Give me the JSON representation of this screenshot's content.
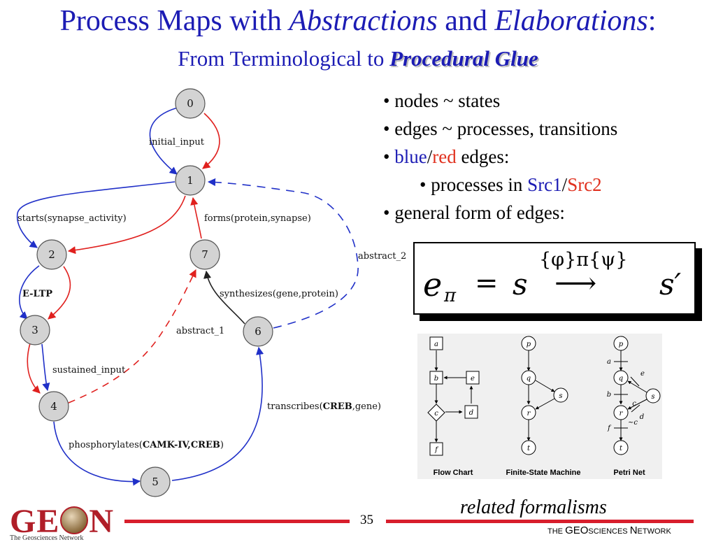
{
  "title": {
    "part1": "Process Maps with ",
    "abstractions": "Abstractions",
    "and": " and ",
    "elaborations": "Elaborations",
    "colon": ":"
  },
  "subtitle": {
    "prefix": "From Terminological to ",
    "emph": "Procedural Glue"
  },
  "bullets": {
    "b1": "• nodes ~ states",
    "b2": "• edges ~ processes, transitions",
    "b3_prefix": "• ",
    "b3_blue": "blue",
    "b3_slash": "/",
    "b3_red": "red",
    "b3_suffix": " edges:",
    "b4_prefix": "• processes in ",
    "b4_src1": "Src1",
    "b4_slash": "/",
    "b4_src2": "Src2",
    "b5": "• general form of edges:"
  },
  "formula": {
    "lhs": "e",
    "lhs_sub": "π",
    "eq": "=",
    "s": "s",
    "arrow_label": "{φ}π{ψ}",
    "arrow": "⟶",
    "s_prime": "s′"
  },
  "graph": {
    "nodes": [
      "0",
      "1",
      "2",
      "3",
      "4",
      "5",
      "6",
      "7"
    ],
    "edge_labels": {
      "initial_input": "initial_input",
      "starts": "starts(synapse_activity)",
      "forms": "forms(protein,synapse)",
      "abstract_2": "abstract_2",
      "eltp": "E-LTP",
      "synthesizes": "synthesizes(gene,protein)",
      "abstract_1": "abstract_1",
      "sustained": "sustained_input",
      "transcribes_pre": "transcribes(",
      "transcribes_bold": "CREB",
      "transcribes_post": ",gene)",
      "phos_pre": "phosphorylates(",
      "phos_bold": "CAMK-IV,CREB",
      "phos_post": ")"
    }
  },
  "formalisms": {
    "flow_chart": "Flow Chart",
    "fsm": "Finite-State Machine",
    "petri": "Petri Net",
    "fc_nodes": [
      "a",
      "b",
      "e",
      "c",
      "d",
      "f"
    ],
    "fsm_nodes": [
      "p",
      "q",
      "s",
      "r",
      "t"
    ],
    "petri_nodes": [
      "p",
      "q",
      "s",
      "r",
      "t"
    ],
    "petri_labels": [
      "a",
      "b",
      "e",
      "c",
      "d",
      "f",
      "~c"
    ]
  },
  "caption": "related formalisms",
  "page_number": "35",
  "logo": {
    "left": "GE",
    "right": "N",
    "sub": "The Geosciences Network"
  },
  "footer": {
    "the": "THE ",
    "geo": "GEO",
    "sciences": "SCIENCES ",
    "n": "N",
    "etwork": "ETWORK"
  },
  "colors": {
    "title_blue": "#1c1cb4",
    "edge_blue": "#2030c8",
    "edge_red": "#e0201e",
    "footer_red": "#d81e2c"
  }
}
